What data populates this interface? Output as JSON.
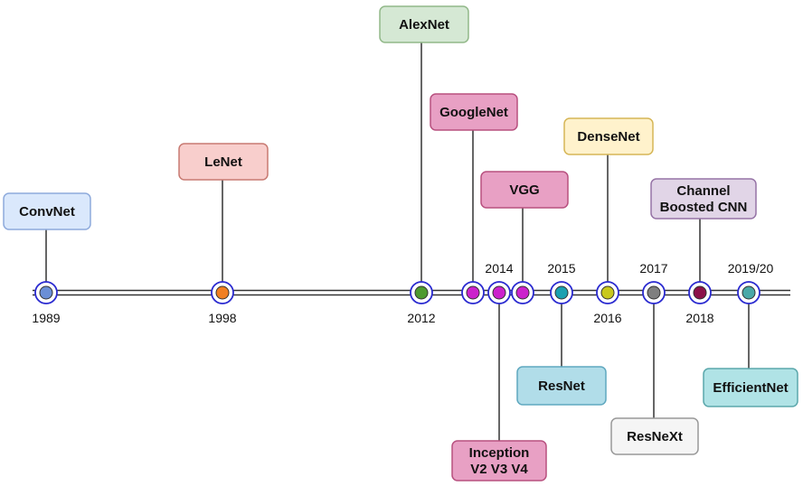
{
  "timeline": {
    "nodes": [
      {
        "id": "n1989",
        "fill": "#6b8fd6"
      },
      {
        "id": "n1998",
        "fill": "#f07f22"
      },
      {
        "id": "n2012",
        "fill": "#4e9a2f"
      },
      {
        "id": "n2014a",
        "fill": "#cc22cc"
      },
      {
        "id": "n2014b",
        "fill": "#cc22cc"
      },
      {
        "id": "n2014c",
        "fill": "#cc22cc"
      },
      {
        "id": "n2015",
        "fill": "#1aa0b0"
      },
      {
        "id": "n2016",
        "fill": "#c8c81e"
      },
      {
        "id": "n2017",
        "fill": "#7f7f7f"
      },
      {
        "id": "n2018",
        "fill": "#8b1048"
      },
      {
        "id": "n2019",
        "fill": "#4aa8a8"
      }
    ],
    "years": [
      {
        "id": "y1989",
        "label": "1989"
      },
      {
        "id": "y1998",
        "label": "1998"
      },
      {
        "id": "y2012",
        "label": "2012"
      },
      {
        "id": "y2014",
        "label": "2014"
      },
      {
        "id": "y2015",
        "label": "2015"
      },
      {
        "id": "y2016",
        "label": "2016"
      },
      {
        "id": "y2017",
        "label": "2017"
      },
      {
        "id": "y2018",
        "label": "2018"
      },
      {
        "id": "y2019",
        "label": "2019/20"
      }
    ],
    "models": [
      {
        "id": "convnet",
        "lines": [
          "ConvNet"
        ],
        "fill": "#dae8fc",
        "stroke": "#8eaadc"
      },
      {
        "id": "lenet",
        "lines": [
          "LeNet"
        ],
        "fill": "#f8cecc",
        "stroke": "#c87a72"
      },
      {
        "id": "alexnet",
        "lines": [
          "AlexNet"
        ],
        "fill": "#d5e8d4",
        "stroke": "#92b889"
      },
      {
        "id": "googlenet",
        "lines": [
          "GoogleNet"
        ],
        "fill": "#e8a0c4",
        "stroke": "#b8507f"
      },
      {
        "id": "vgg",
        "lines": [
          "VGG"
        ],
        "fill": "#e8a0c4",
        "stroke": "#b8507f"
      },
      {
        "id": "inception",
        "lines": [
          "Inception",
          "V2 V3 V4"
        ],
        "fill": "#e8a0c4",
        "stroke": "#b8507f"
      },
      {
        "id": "resnet",
        "lines": [
          "ResNet"
        ],
        "fill": "#b1dde9",
        "stroke": "#5fa8bf"
      },
      {
        "id": "densenet",
        "lines": [
          "DenseNet"
        ],
        "fill": "#fff2cc",
        "stroke": "#d6b656"
      },
      {
        "id": "resnext",
        "lines": [
          "ResNeXt"
        ],
        "fill": "#f5f5f5",
        "stroke": "#999999"
      },
      {
        "id": "channelboosted",
        "lines": [
          "Channel",
          "Boosted CNN"
        ],
        "fill": "#e1d5e7",
        "stroke": "#9673a6"
      },
      {
        "id": "efficientnet",
        "lines": [
          "EfficientNet"
        ],
        "fill": "#b0e3e6",
        "stroke": "#5aa7ab"
      }
    ]
  }
}
